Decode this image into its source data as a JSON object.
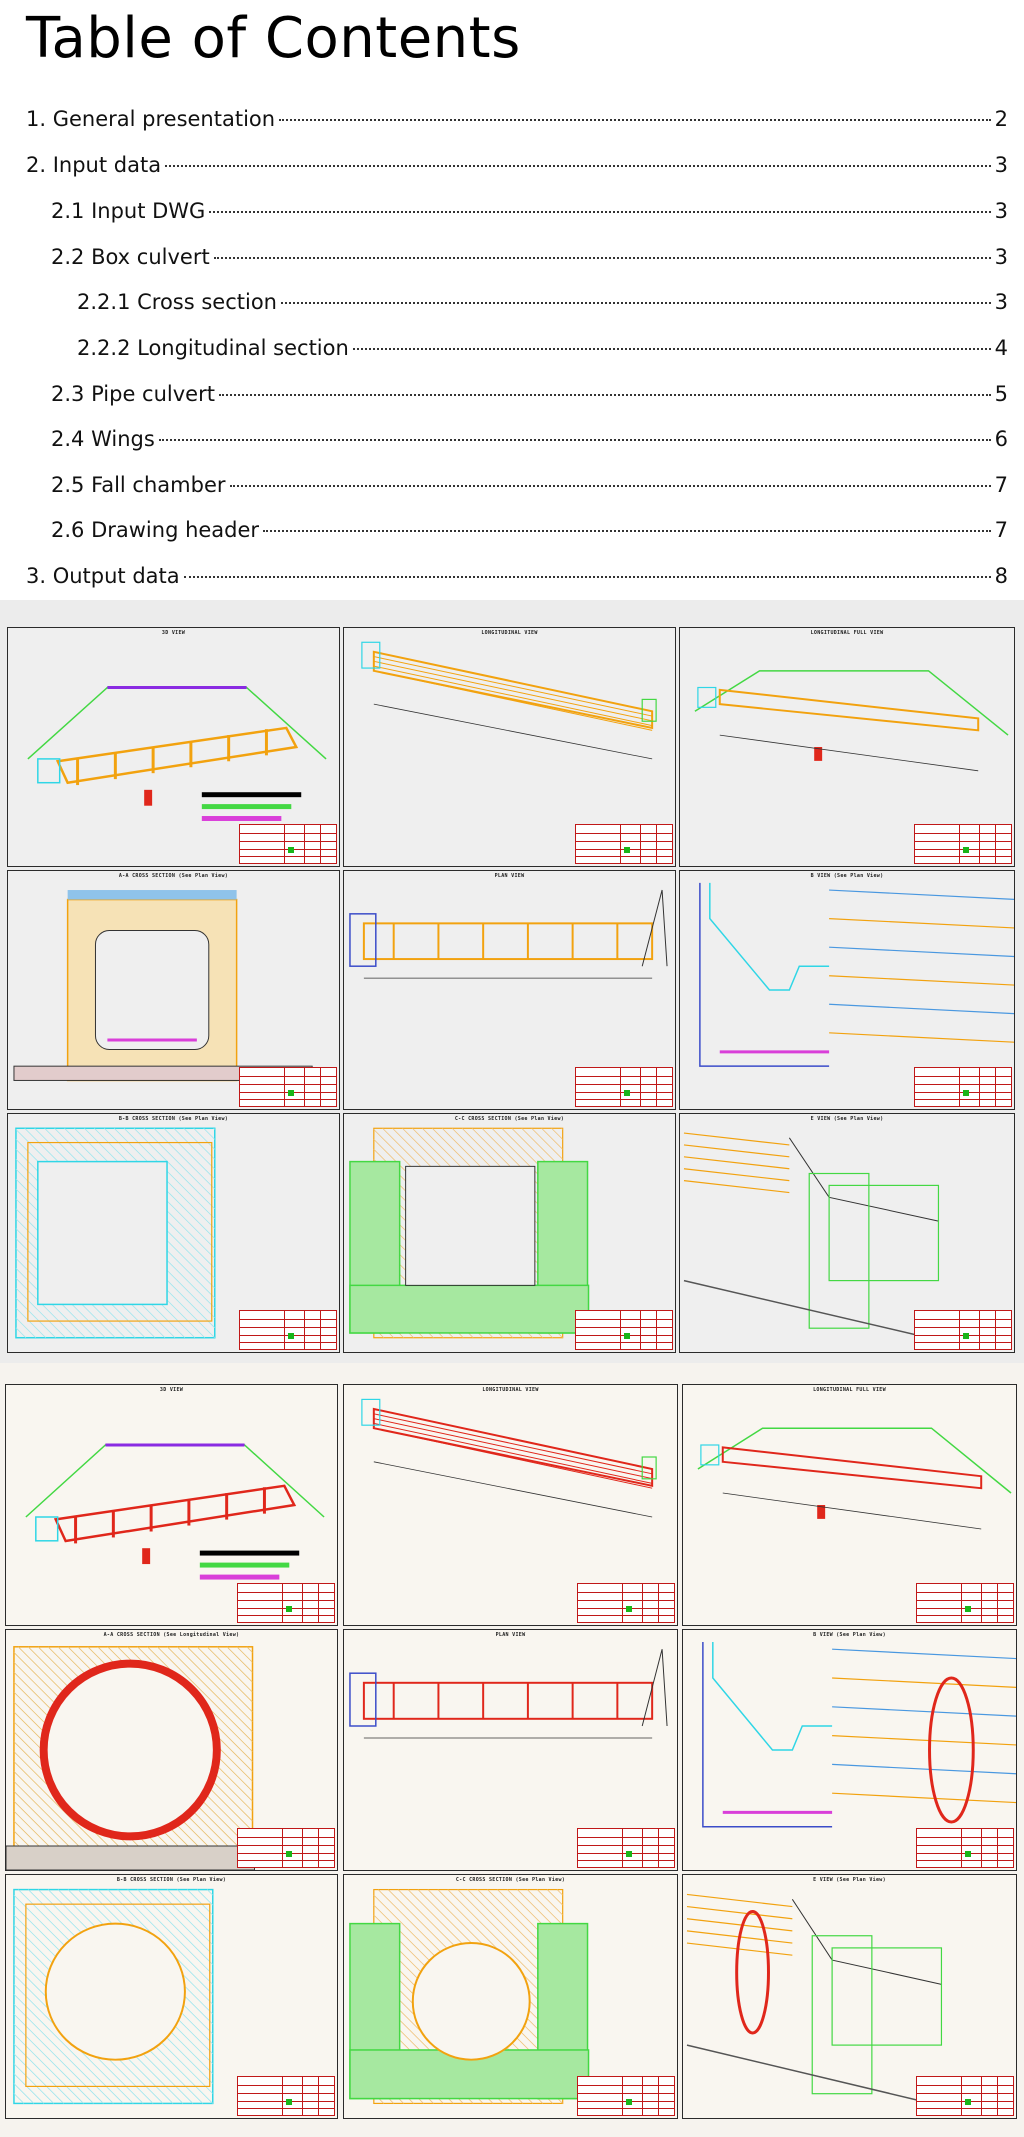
{
  "toc": {
    "title": "Table of Contents",
    "entries": [
      {
        "label": "1. General presentation",
        "page": "2"
      },
      {
        "label": "2. Input data",
        "page": "3"
      },
      {
        "label": "2.1 Input DWG",
        "page": "3"
      },
      {
        "label": "2.2 Box culvert",
        "page": "3"
      },
      {
        "label": "2.2.1 Cross section",
        "page": "3"
      },
      {
        "label": "2.2.2 Longitudinal section",
        "page": "4"
      },
      {
        "label": "2.3 Pipe culvert",
        "page": "5"
      },
      {
        "label": "2.4 Wings",
        "page": "6"
      },
      {
        "label": "2.5 Fall chamber",
        "page": "7"
      },
      {
        "label": "2.6 Drawing header",
        "page": "7"
      },
      {
        "label": "3. Output data",
        "page": "8"
      }
    ]
  },
  "box_culvert_sheets": [
    {
      "title": "3D VIEW",
      "icon": "3d-view-drawing"
    },
    {
      "title": "LONGITUDINAL VIEW",
      "icon": "longitudinal-view-drawing"
    },
    {
      "title": "LONGITUDINAL FULL VIEW",
      "icon": "longitudinal-full-view-drawing"
    },
    {
      "title": "A-A CROSS SECTION (See Plan View)",
      "icon": "cross-section-drawing"
    },
    {
      "title": "PLAN VIEW",
      "icon": "plan-view-drawing"
    },
    {
      "title": "B VIEW (See Plan View)",
      "icon": "b-view-drawing"
    },
    {
      "title": "B-B CROSS SECTION (See Plan View)",
      "icon": "bb-cross-section-drawing"
    },
    {
      "title": "C-C CROSS SECTION (See Plan View)",
      "icon": "cc-cross-section-drawing"
    },
    {
      "title": "E VIEW (See Plan View)",
      "icon": "e-view-drawing"
    }
  ],
  "pipe_culvert_sheets": [
    {
      "title": "3D VIEW",
      "icon": "3d-view-drawing"
    },
    {
      "title": "LONGITUDINAL VIEW",
      "icon": "longitudinal-view-drawing"
    },
    {
      "title": "LONGITUDINAL FULL VIEW",
      "icon": "longitudinal-full-view-drawing"
    },
    {
      "title": "A-A CROSS SECTION (See Longitudinal View)",
      "icon": "cross-section-drawing"
    },
    {
      "title": "PLAN VIEW",
      "icon": "plan-view-drawing"
    },
    {
      "title": "B VIEW (See Plan View)",
      "icon": "b-view-drawing"
    },
    {
      "title": "B-B CROSS SECTION (See Plan View)",
      "icon": "bb-cross-section-drawing"
    },
    {
      "title": "C-C CROSS SECTION (See Plan View)",
      "icon": "cc-cross-section-drawing"
    },
    {
      "title": "E VIEW (See Plan View)",
      "icon": "e-view-drawing"
    }
  ],
  "colors": {
    "frame": "#2b2b2b",
    "stamp": "#c01818",
    "orange": "#f2a20f",
    "cyan": "#2fd6e6",
    "green": "#43d843",
    "magenta": "#d93fd9",
    "red": "#e0271b"
  }
}
